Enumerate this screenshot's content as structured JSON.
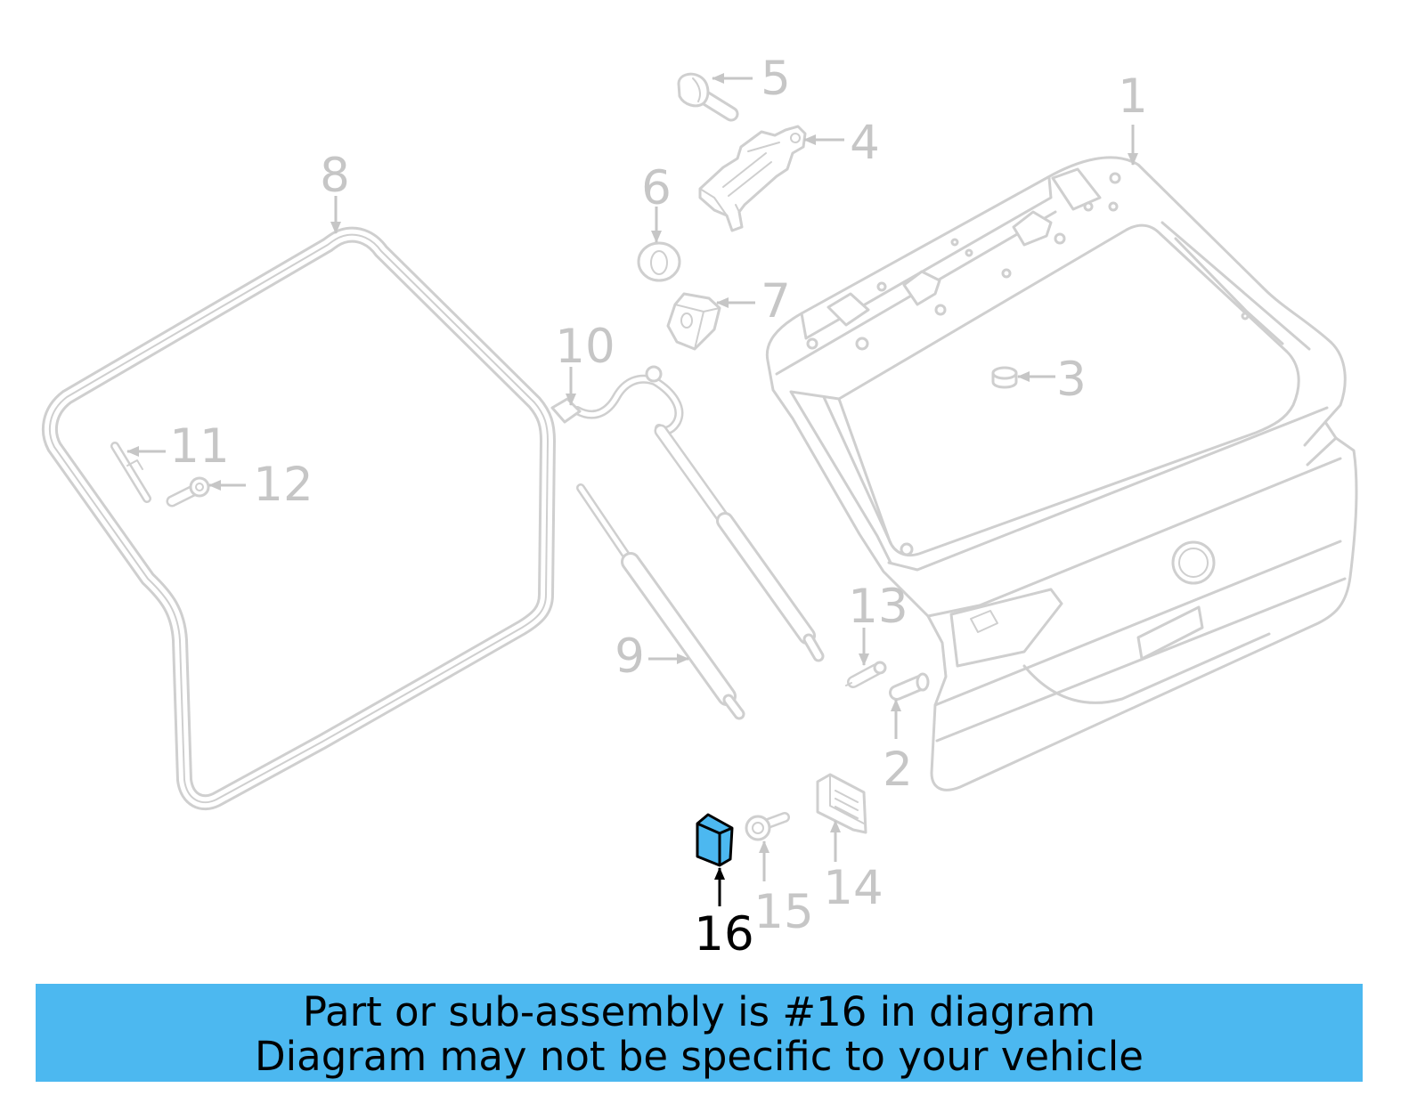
{
  "diagram": {
    "callouts": [
      {
        "label": "1"
      },
      {
        "label": "2"
      },
      {
        "label": "3"
      },
      {
        "label": "4"
      },
      {
        "label": "5"
      },
      {
        "label": "6"
      },
      {
        "label": "7"
      },
      {
        "label": "8"
      },
      {
        "label": "9"
      },
      {
        "label": "10"
      },
      {
        "label": "11"
      },
      {
        "label": "12"
      },
      {
        "label": "13"
      },
      {
        "label": "14"
      },
      {
        "label": "15"
      },
      {
        "label": "16",
        "highlighted": true
      }
    ]
  },
  "banner": {
    "line1": "Part or sub-assembly is #16 in diagram",
    "line2": "Diagram may not be specific to your vehicle"
  },
  "colors": {
    "line_art": "#cfcfcf",
    "callout_text": "#c6c6c6",
    "highlight_fill": "#4cb8f0",
    "highlight_outline": "#000000",
    "banner_background": "#4cb8f0",
    "banner_text": "#000000"
  }
}
